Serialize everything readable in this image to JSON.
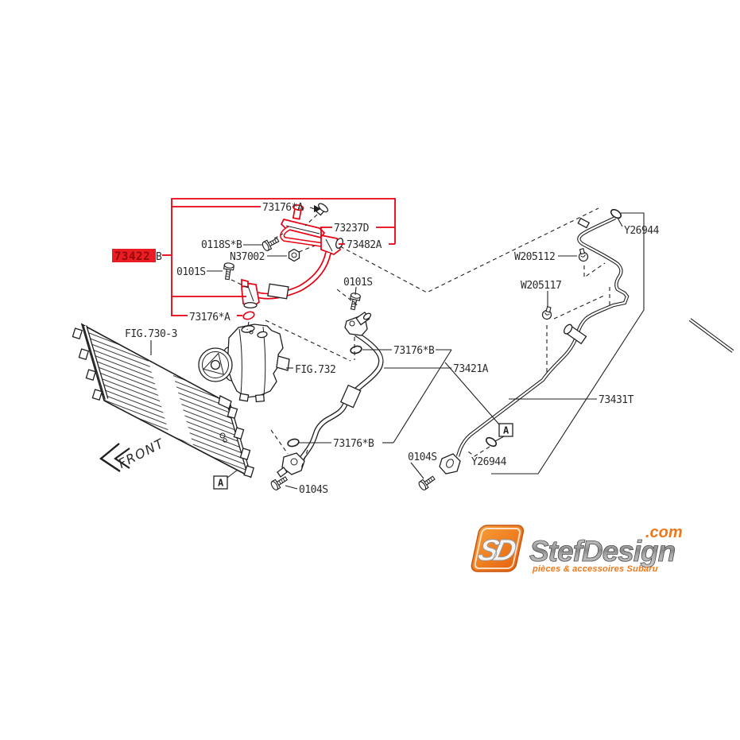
{
  "colors": {
    "highlight_red": "#e60012",
    "line_black": "#1f1f1f",
    "logo_orange": "#f07818"
  },
  "labels": {
    "hl_part": "73422",
    "hl_suffix": "B",
    "l_73176a_top": "73176*A",
    "l_73237d": "73237D",
    "l_73482a": "73482A",
    "l_0118sb": "0118S*B",
    "l_n37002": "N37002",
    "l_0101s_a": "0101S",
    "l_0101s_b": "0101S",
    "l_73176a_bot": "73176*A",
    "l_fig730": "FIG.730-3",
    "l_fig732": "FIG.732",
    "l_73176b_a": "73176*B",
    "l_73421a": "73421A",
    "l_73176b_b": "73176*B",
    "l_0104s_a": "0104S",
    "l_0104s_b": "0104S",
    "l_y26944_top": "Y26944",
    "l_w205112": "W205112",
    "l_w205117": "W205117",
    "l_73431t": "73431T",
    "l_y26944_bot": "Y26944",
    "front_arrow": "FRONT",
    "marker_a1": "A",
    "marker_a2": "A"
  },
  "logo": {
    "monogram": "SD",
    "name": "StefDesign",
    "tld": ".com",
    "tagline": "pièces & accessoires Subaru"
  }
}
